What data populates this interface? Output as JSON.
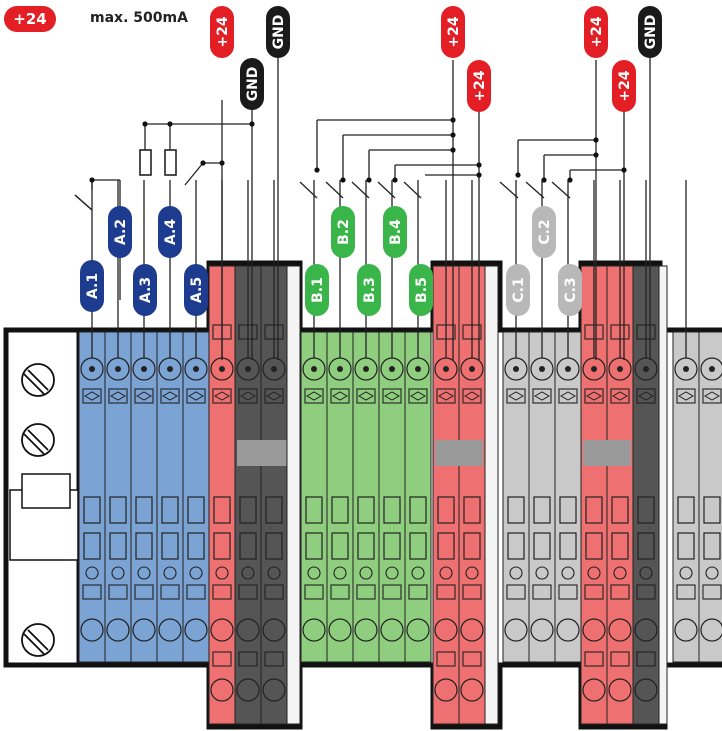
{
  "header": {
    "badge_text": "+24",
    "limit_text": "max. 500mA"
  },
  "colors": {
    "red": "#e31e24",
    "navy": "#1d3c8f",
    "green": "#3ab54a",
    "grey": "#b8b8b8",
    "dark": "#1a1a1a",
    "blue_block": "#7ba3d4",
    "green_block": "#8fce7e",
    "red_block": "#ef7070",
    "dark_block": "#555555",
    "grey_block": "#c9c9c9"
  },
  "top_labels": [
    {
      "id": "red-1",
      "text": "+24",
      "color": "red"
    },
    {
      "id": "gnd-1",
      "text": "GND",
      "color": "dark"
    },
    {
      "id": "gnd-2",
      "text": "GND",
      "color": "dark"
    },
    {
      "id": "red-2",
      "text": "+24",
      "color": "red"
    },
    {
      "id": "red-3",
      "text": "+24",
      "color": "red"
    },
    {
      "id": "red-4",
      "text": "+24",
      "color": "red"
    },
    {
      "id": "red-5",
      "text": "+24",
      "color": "red"
    },
    {
      "id": "gnd-3",
      "text": "GND",
      "color": "dark"
    }
  ],
  "io_labels": {
    "A": [
      {
        "text": "A.1",
        "color": "navy"
      },
      {
        "text": "A.2",
        "color": "navy"
      },
      {
        "text": "A.3",
        "color": "navy"
      },
      {
        "text": "A.4",
        "color": "navy"
      },
      {
        "text": "A.5",
        "color": "navy"
      }
    ],
    "B": [
      {
        "text": "B.1",
        "color": "green"
      },
      {
        "text": "B.2",
        "color": "green"
      },
      {
        "text": "B.3",
        "color": "green"
      },
      {
        "text": "B.4",
        "color": "green"
      },
      {
        "text": "B.5",
        "color": "green"
      }
    ],
    "C": [
      {
        "text": "C.1",
        "color": "grey"
      },
      {
        "text": "C.2",
        "color": "grey"
      },
      {
        "text": "C.3",
        "color": "grey"
      }
    ]
  }
}
